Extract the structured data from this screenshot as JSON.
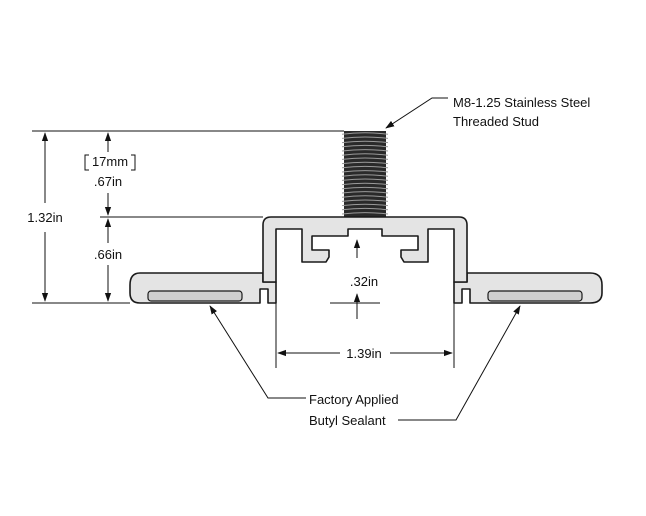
{
  "stud_label": {
    "line1": "M8-1.25 Stainless Steel",
    "line2": "Threaded Stud"
  },
  "sealant_label": {
    "line1": "Factory Applied",
    "line2": "Butyl Sealant"
  },
  "dimensions": {
    "overall_height": "1.32in",
    "stud_height_mm": "17mm",
    "stud_height_in": ".67in",
    "base_height": ".66in",
    "channel_depth": ".32in",
    "channel_width": "1.39in"
  },
  "colors": {
    "line": "#111111",
    "part_fill": "#e4e4e4"
  }
}
